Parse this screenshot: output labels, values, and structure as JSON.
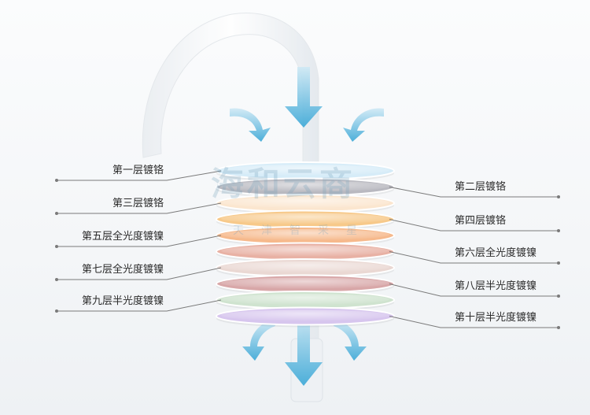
{
  "watermark": {
    "text": "海和云商",
    "subtext": "天津智采星"
  },
  "layers": [
    {
      "label": "第一层镀铬",
      "side": "left",
      "color": "#d6ecf8"
    },
    {
      "label": "第二层镀铬",
      "side": "right",
      "color": "#b9b9c0"
    },
    {
      "label": "第三层镀铬",
      "side": "left",
      "color": "#fbe6cf"
    },
    {
      "label": "第四层镀铬",
      "side": "right",
      "color": "#f7c98a"
    },
    {
      "label": "第五层全光度镀镍",
      "side": "left",
      "color": "#f6b98c"
    },
    {
      "label": "第六层全光度镀镍",
      "side": "right",
      "color": "#e8b1a4"
    },
    {
      "label": "第七层全光度镀镍",
      "side": "left",
      "color": "#ead8d3"
    },
    {
      "label": "第八层半光度镀镍",
      "side": "right",
      "color": "#d8a7a8"
    },
    {
      "label": "第九层半光度镀镍",
      "side": "left",
      "color": "#cfe3cf"
    },
    {
      "label": "第十层半光度镀镍",
      "side": "right",
      "color": "#d7c6ee"
    }
  ]
}
